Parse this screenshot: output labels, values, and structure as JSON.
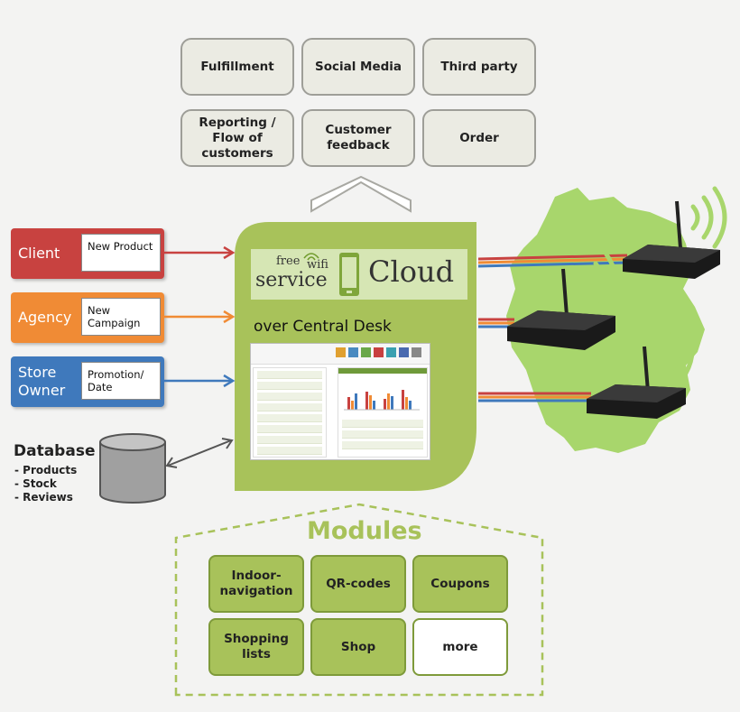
{
  "top_boxes": [
    {
      "label": "Fulfillment"
    },
    {
      "label": "Social Media"
    },
    {
      "label": "Third party"
    },
    {
      "label": "Reporting / Flow of customers"
    },
    {
      "label": "Customer feedback"
    },
    {
      "label": "Order"
    }
  ],
  "sources": [
    {
      "label": "Client",
      "detail": "New Product",
      "color": "#c84240"
    },
    {
      "label": "Agency",
      "detail": "New Campaign",
      "color": "#f08b35"
    },
    {
      "label": "Store Owner",
      "detail": "Promotion/ Date",
      "color": "#3f79bc"
    }
  ],
  "database": {
    "title": "Database",
    "items": [
      "- Products",
      "- Stock",
      "- Reviews"
    ]
  },
  "cloud": {
    "logo_free": "free",
    "logo_wifi": "wifi",
    "logo_service": "service",
    "logo_cloud": "Cloud",
    "subtitle": "over Central Desk",
    "color": "#a8c25a"
  },
  "modules": {
    "title": "Modules",
    "items": [
      {
        "label": "Indoor-navigation"
      },
      {
        "label": "QR-codes"
      },
      {
        "label": "Coupons"
      },
      {
        "label": "Shopping lists"
      },
      {
        "label": "Shop"
      },
      {
        "label": "more"
      }
    ]
  },
  "colors": {
    "green": "#a8c25a",
    "map_green": "#a8d66c",
    "client": "#c84240",
    "agency": "#f08b35",
    "store_owner": "#3f79bc"
  }
}
